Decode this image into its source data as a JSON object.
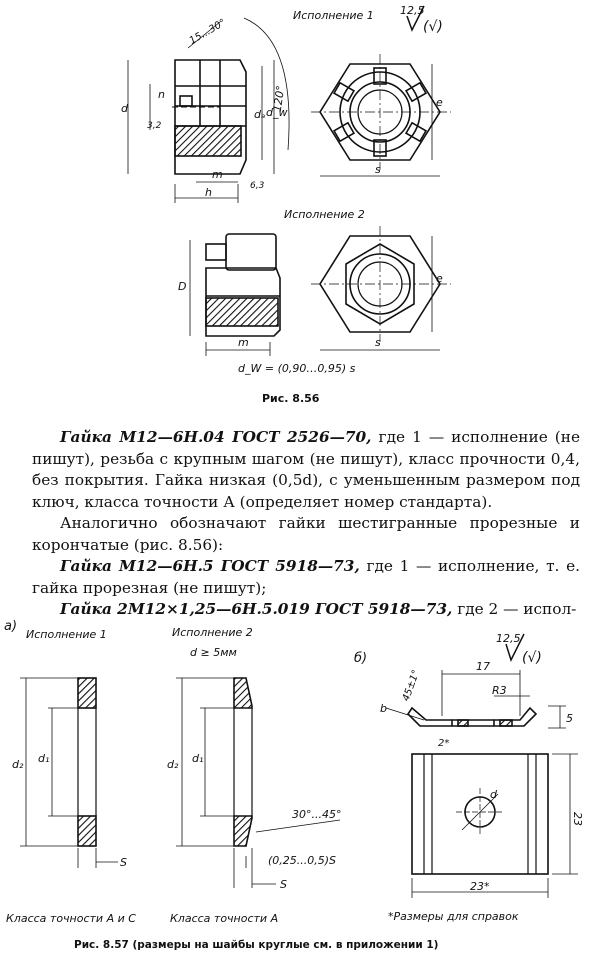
{
  "fig56": {
    "variant1": "Исполнение 1",
    "variant2": "Исполнение 2",
    "roughness": "12,5",
    "roughness_mark": "(√)",
    "angle_chamfer": "15...30°",
    "angle_120": "120°",
    "dims": {
      "d": "d",
      "n": "n",
      "da": "dₐ",
      "dw": "d_w",
      "m": "m",
      "h": "h",
      "s": "s",
      "e": "e",
      "D": "D",
      "r32": "3,2",
      "r63": "6,3",
      "dw_formula": "d_W = (0,90…0,95) s"
    },
    "caption": "Рис. 8.56"
  },
  "text": {
    "p1_lead": "Гайка М12—6Н.04 ГОСТ 2526—70,",
    "p1_rest": " где 1 — исполнение (не пишут), резьба с крупным шагом (не пишут), класс прочности 0,4, без покрытия. Гайка низкая (0,5d), с уменьшенным размером под ключ, класса точности А (определяет номер стандарта).",
    "p2": "Аналогично обозначают гайки шестигранные прорезные и корончатые (рис. 8.56):",
    "p3_lead": "Гайка М12—6Н.5 ГОСТ 5918—73,",
    "p3_rest": " где 1 — исполнение, т. е. гайка прорезная (не пишут);",
    "p4_lead": "Гайка 2М12×1,25—6Н.5.019 ГОСТ 5918—73,",
    "p4_rest": " где 2 — испол-"
  },
  "fig57": {
    "part_a": "а)",
    "part_b": "б)",
    "variant1": "Исполнение 1",
    "variant2": "Исполнение 2",
    "d_note": "d ≥ 5мм",
    "roughness": "12,5",
    "roughness_mark": "(√)",
    "dims": {
      "d2": "d₂",
      "d1": "d₁",
      "S": "S",
      "angle": "30°...45°",
      "thick": "(0,25...0,5)S",
      "d17": "17",
      "R3": "R3",
      "b": "b",
      "ang45": "45±1°",
      "two": "2*",
      "five": "5",
      "d": "d",
      "d23": "23",
      "d23s": "23*"
    },
    "class_ac": "Класса точности А и С",
    "class_a": "Класса точности А",
    "note": "*Размеры для справок",
    "caption": "Рис. 8.57 (размеры на шайбы круглые см. в приложении 1)"
  }
}
